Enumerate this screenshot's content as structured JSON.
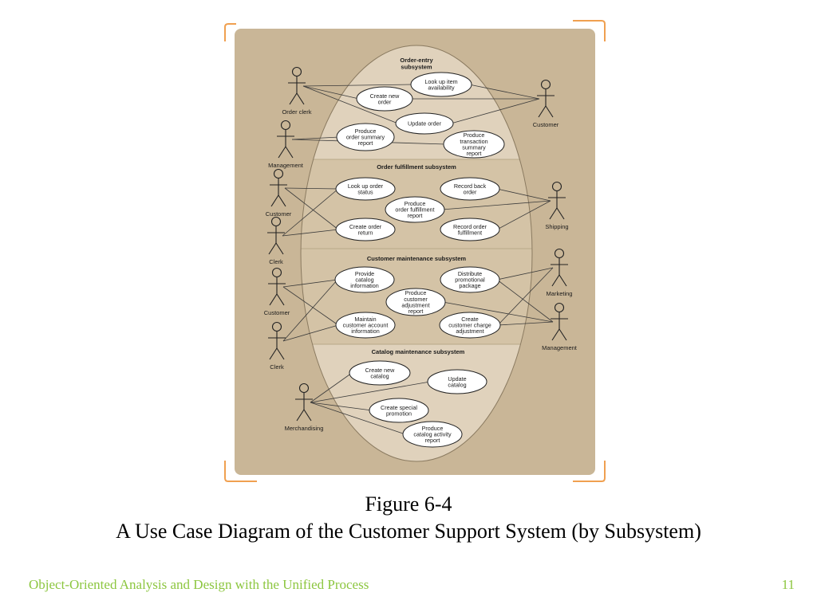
{
  "colors": {
    "frame_bracket": "#f0a050",
    "diagram_background": "#c9b697",
    "boundary_fill": "#e0d2bc",
    "band_fill": "#d4c3a6",
    "use_case_fill": "#ffffff",
    "line": "#3a3a3a",
    "footer_text": "#8cc63f"
  },
  "diagram": {
    "subsystems": [
      {
        "title": "Order-entry\nsubsystem"
      },
      {
        "title": "Order fulfillment subsystem"
      },
      {
        "title": "Customer maintenance subsystem"
      },
      {
        "title": "Catalog maintenance subsystem"
      }
    ],
    "actors": [
      {
        "id": "order-clerk",
        "label": "Order clerk"
      },
      {
        "id": "management-1",
        "label": "Management"
      },
      {
        "id": "customer-1",
        "label": "Customer"
      },
      {
        "id": "customer-2",
        "label": "Customer"
      },
      {
        "id": "clerk-1",
        "label": "Clerk"
      },
      {
        "id": "shipping",
        "label": "Shipping"
      },
      {
        "id": "customer-3",
        "label": "Customer"
      },
      {
        "id": "clerk-2",
        "label": "Clerk"
      },
      {
        "id": "marketing",
        "label": "Marketing"
      },
      {
        "id": "management-2",
        "label": "Management"
      },
      {
        "id": "merchandising",
        "label": "Merchandising"
      }
    ],
    "use_cases": [
      {
        "id": "look-up-item",
        "label": "Look up item\navailability"
      },
      {
        "id": "create-new-order",
        "label": "Create new\norder"
      },
      {
        "id": "update-order",
        "label": "Update order"
      },
      {
        "id": "produce-order-summary",
        "label": "Produce\norder summary\nreport"
      },
      {
        "id": "produce-transaction-summary",
        "label": "Produce\ntransaction\nsummary\nreport"
      },
      {
        "id": "look-up-order-status",
        "label": "Look up order\nstatus"
      },
      {
        "id": "record-back-order",
        "label": "Record back\norder"
      },
      {
        "id": "produce-fulfillment-report",
        "label": "Produce\norder fulfillment\nreport"
      },
      {
        "id": "create-order-return",
        "label": "Create order\nreturn"
      },
      {
        "id": "record-order-fulfillment",
        "label": "Record order\nfulfillment"
      },
      {
        "id": "provide-catalog-info",
        "label": "Provide\ncatalog\ninformation"
      },
      {
        "id": "distribute-promo-package",
        "label": "Distribute\npromotional\npackage"
      },
      {
        "id": "produce-customer-adjustment",
        "label": "Produce\ncustomer\nadjustment\nreport"
      },
      {
        "id": "maintain-customer-account",
        "label": "Maintain\ncustomer account\ninformation"
      },
      {
        "id": "create-customer-charge",
        "label": "Create\ncustomer charge\nadjustment"
      },
      {
        "id": "create-new-catalog",
        "label": "Create new\ncatalog"
      },
      {
        "id": "update-catalog",
        "label": "Update\ncatalog"
      },
      {
        "id": "create-special-promotion",
        "label": "Create special\npromotion"
      },
      {
        "id": "produce-catalog-activity",
        "label": "Produce\ncatalog activity\nreport"
      }
    ],
    "associations": [
      [
        "order-clerk",
        "look-up-item"
      ],
      [
        "order-clerk",
        "create-new-order"
      ],
      [
        "order-clerk",
        "update-order"
      ],
      [
        "customer-1",
        "look-up-item"
      ],
      [
        "customer-1",
        "create-new-order"
      ],
      [
        "customer-1",
        "update-order"
      ],
      [
        "management-1",
        "produce-order-summary"
      ],
      [
        "management-1",
        "produce-transaction-summary"
      ],
      [
        "customer-2",
        "look-up-order-status"
      ],
      [
        "customer-2",
        "create-order-return"
      ],
      [
        "clerk-1",
        "look-up-order-status"
      ],
      [
        "clerk-1",
        "create-order-return"
      ],
      [
        "shipping",
        "record-back-order"
      ],
      [
        "shipping",
        "produce-fulfillment-report"
      ],
      [
        "shipping",
        "record-order-fulfillment"
      ],
      [
        "customer-3",
        "provide-catalog-info"
      ],
      [
        "customer-3",
        "maintain-customer-account"
      ],
      [
        "clerk-2",
        "provide-catalog-info"
      ],
      [
        "clerk-2",
        "maintain-customer-account"
      ],
      [
        "marketing",
        "distribute-promo-package"
      ],
      [
        "marketing",
        "create-customer-charge"
      ],
      [
        "management-2",
        "distribute-promo-package"
      ],
      [
        "management-2",
        "produce-customer-adjustment"
      ],
      [
        "management-2",
        "create-customer-charge"
      ],
      [
        "merchandising",
        "create-new-catalog"
      ],
      [
        "merchandising",
        "update-catalog"
      ],
      [
        "merchandising",
        "create-special-promotion"
      ],
      [
        "merchandising",
        "produce-catalog-activity"
      ]
    ]
  },
  "caption": {
    "line1": "Figure 6-4",
    "line2": "A Use Case Diagram of the Customer Support System (by Subsystem)"
  },
  "footer": {
    "course_title": "Object-Oriented Analysis and Design with the Unified Process",
    "page_number": "11"
  }
}
